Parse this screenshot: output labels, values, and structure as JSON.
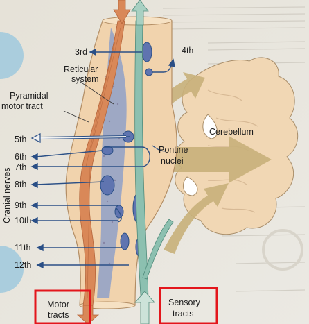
{
  "labels": {
    "reticular_1": "Reticular",
    "reticular_2": "system",
    "pyramidal_1": "Pyramidal",
    "pyramidal_2": "motor tract",
    "cerebellum": "Cerebellum",
    "pontine_1": "Pontine",
    "pontine_2": "nuclei",
    "cranial_nerves": "Cranial nerves",
    "motor_1": "Motor",
    "motor_2": "tracts",
    "sensory_1": "Sensory",
    "sensory_2": "tracts"
  },
  "nerves": {
    "n3": "3rd",
    "n4": "4th",
    "n5": "5th",
    "n6": "6th",
    "n7": "7th",
    "n8": "8th",
    "n9": "9th",
    "n10": "10th",
    "n11": "11th",
    "n12": "12th"
  },
  "colors": {
    "background": "#e8e6df",
    "brainstem": "#f1d3ad",
    "reticular": "#8fa0c8",
    "motor_tract": "#d98858",
    "sensory_tract": "#8cc0b0",
    "cerebellum": "#f1d7b4",
    "arrow_tan": "#c8b07a",
    "nerve_blue": "#2a4f86",
    "highlight_box": "#e3161c",
    "side_circle": "#9fc9dd"
  }
}
